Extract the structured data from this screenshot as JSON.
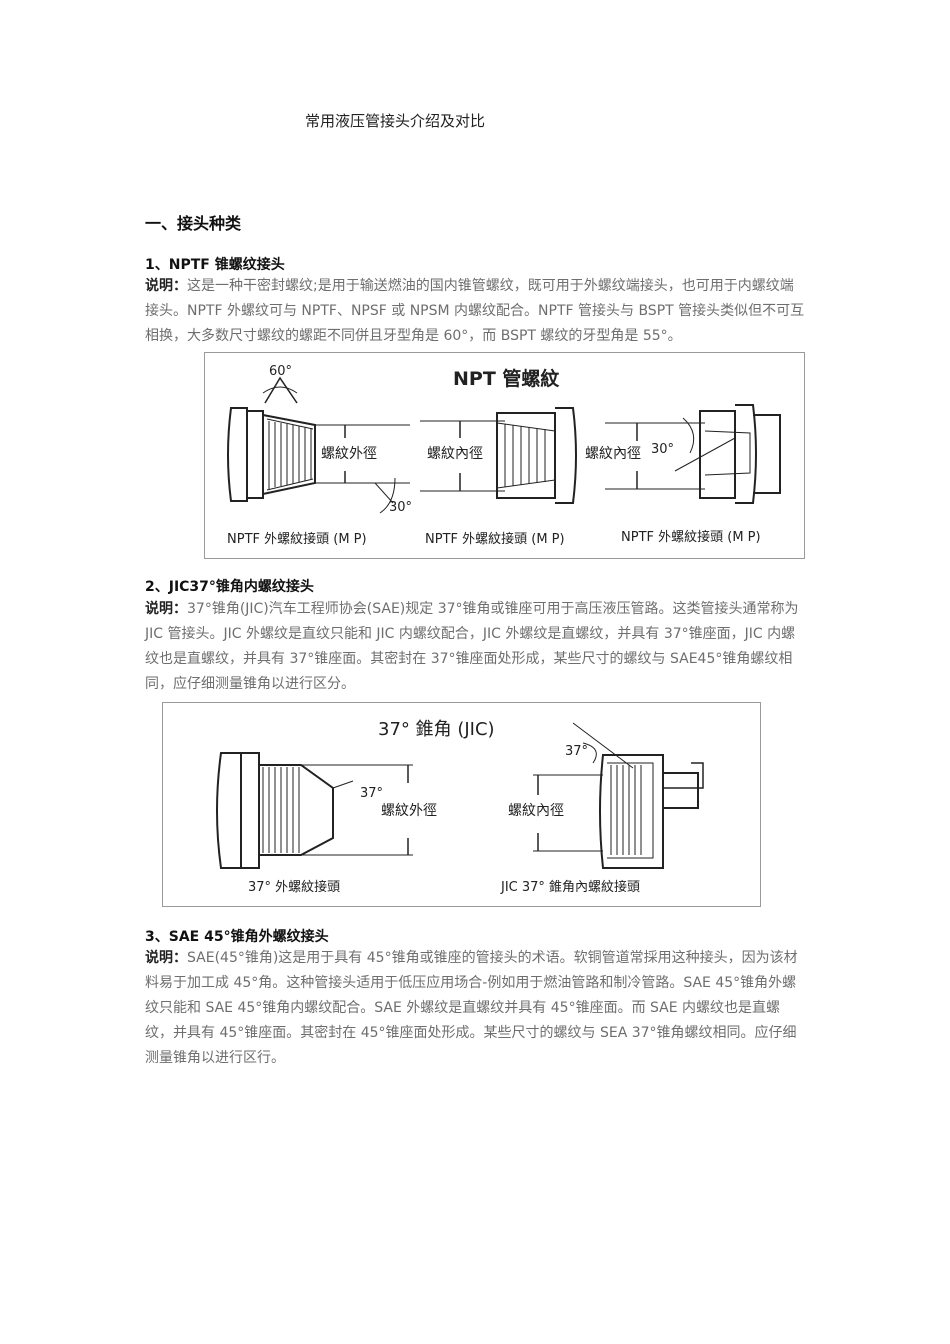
{
  "doc": {
    "title": "常用液压管接头介绍及对比",
    "section1": "一、接头种类",
    "item1": {
      "heading": "1、NPTF 锥螺纹接头",
      "label": "说明：",
      "text": "这是一种干密封螺纹;是用于输送燃油的国内锥管螺纹，既可用于外螺纹端接头，也可用于内螺纹端接头。NPTF 外螺纹可与 NPTF、NPSF 或 NPSM 内螺纹配合。NPTF 管接头与 BSPT 管接头类似但不可互相换，大多数尺寸螺纹的螺距不同併且牙型角是 60°，而 BSPT 螺纹的牙型角是 55°。"
    },
    "fig1": {
      "title": "NPT 管螺紋",
      "angle_60": "60°",
      "angle_30a": "30°",
      "angle_30b": "30°",
      "label_outer": "螺紋外徑",
      "label_inner1": "螺紋內徑",
      "label_inner2": "螺紋內徑",
      "caption1": "NPTF 外螺紋接頭 (M P)",
      "caption2": "NPTF 外螺紋接頭 (M P)",
      "caption3": "NPTF 外螺紋接頭 (M P)"
    },
    "item2": {
      "heading": "2、JIC37°锥角内螺纹接头",
      "label": "说明：",
      "text": "37°锥角(JIC)汽车工程师协会(SAE)规定 37°锥角或锥座可用于高压液压管路。这类管接头通常称为 JIC 管接头。JIC 外螺纹是直纹只能和 JIC 内螺纹配合，JIC 外螺纹是直螺纹，并具有 37°锥座面，JIC 内螺纹也是直螺纹，并具有 37°锥座面。其密封在 37°锥座面处形成，某些尺寸的螺纹与 SAE45°锥角螺纹相同，应仔细测量锥角以进行区分。"
    },
    "fig2": {
      "title": "37°  錐角 (JIC)",
      "angle_a": "37°",
      "angle_b": "37°",
      "label_outer": "螺紋外徑",
      "label_inner": "螺紋內徑",
      "caption1": "37°  外螺紋接頭",
      "caption2": "JIC  37°  錐角內螺紋接頭"
    },
    "item3": {
      "heading": "3、SAE 45°锥角外螺纹接头",
      "label": "说明：",
      "text": "SAE(45°锥角)这是用于具有 45°锥角或锥座的管接头的术语。软铜管道常採用这种接头，因为该材料易于加工成 45°角。这种管接头适用于低压应用场合-例如用于燃油管路和制冷管路。SAE 45°锥角外螺纹只能和 SAE 45°锥角内螺纹配合。SAE 外螺纹是直螺纹并具有 45°锥座面。而 SAE 内螺纹也是直螺纹，并具有 45°锥座面。其密封在 45°锥座面处形成。某些尺寸的螺纹与 SEA 37°锥角螺纹相同。应仔细测量锥角以进行区行。"
    }
  }
}
